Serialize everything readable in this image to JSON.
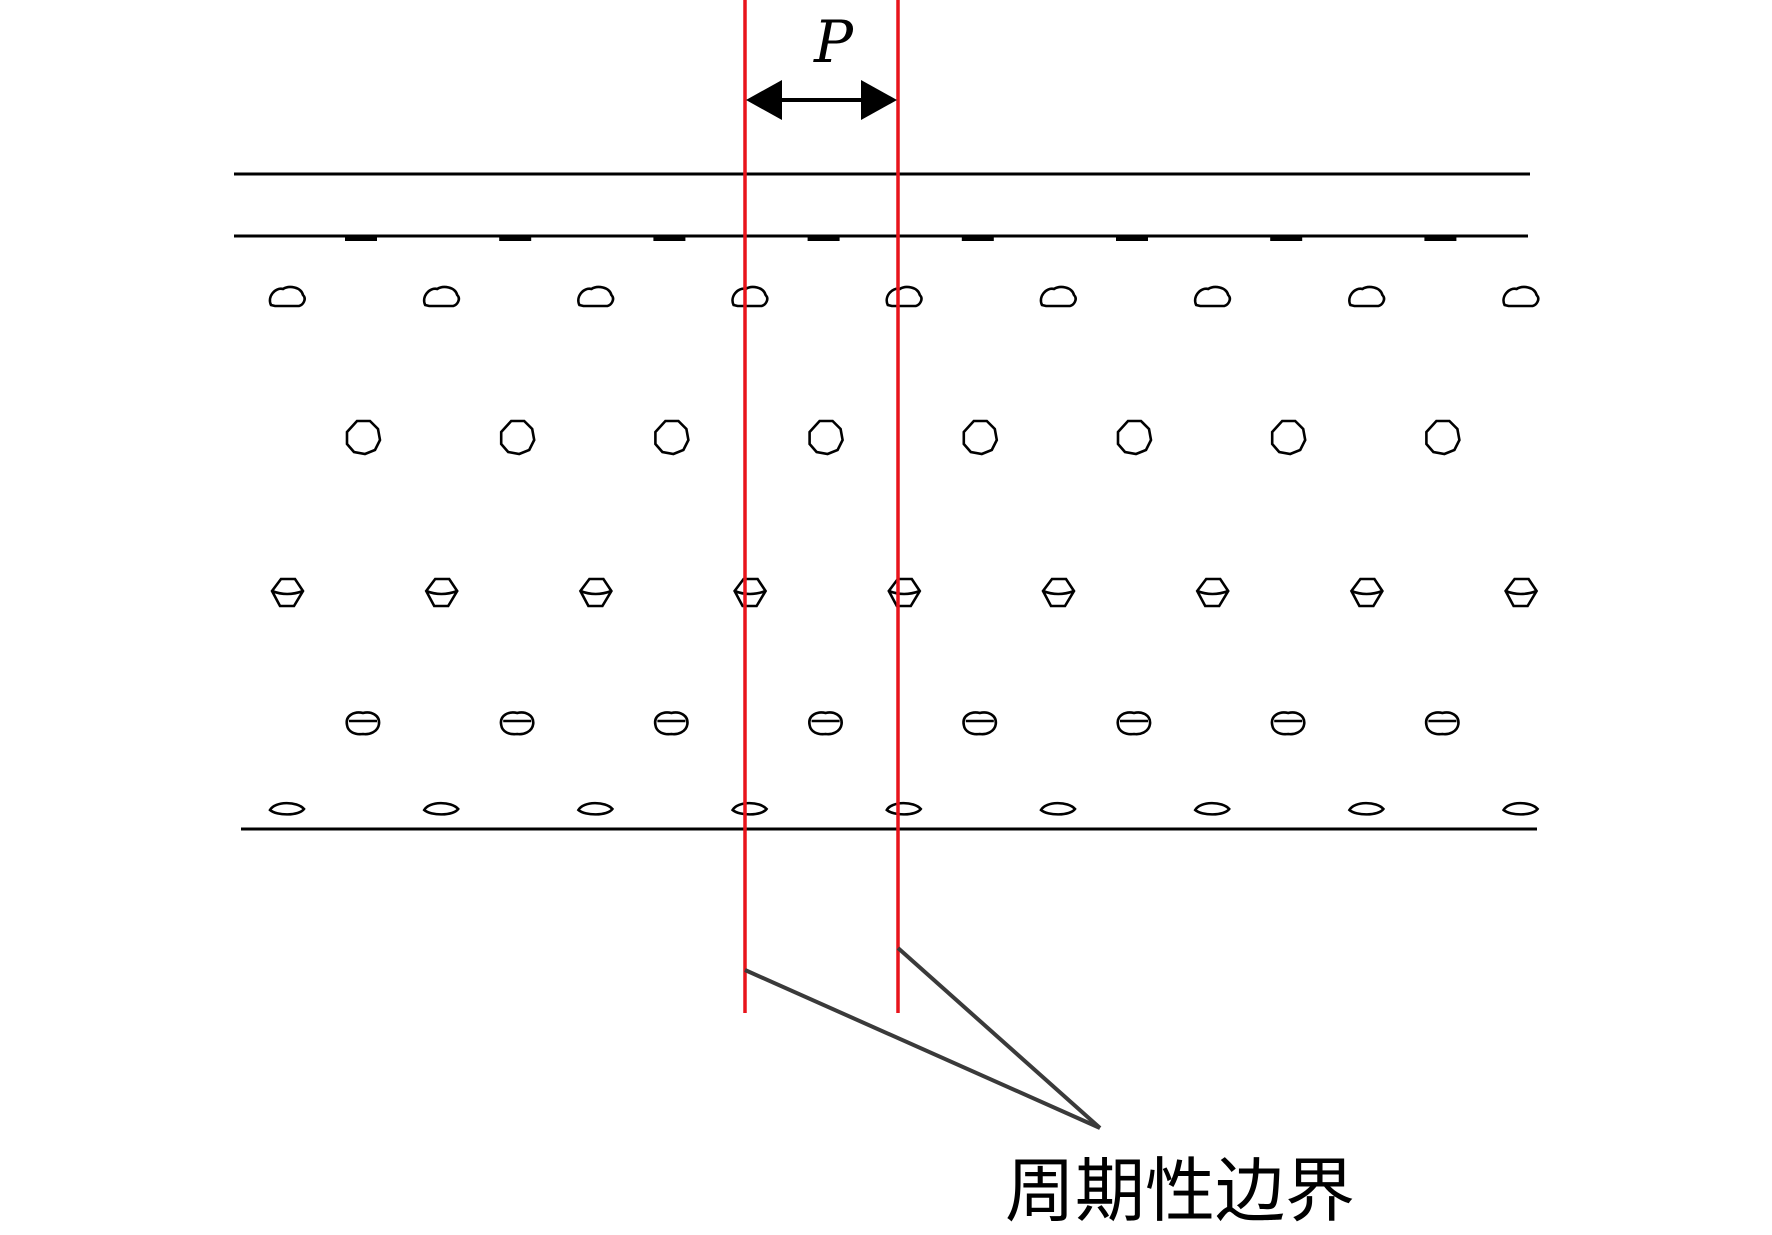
{
  "labels": {
    "period": "P",
    "boundary": "周期性边界"
  },
  "colors": {
    "boundary": "#e8141b",
    "lines": "#000000",
    "leader": "#3a3a3a"
  },
  "structure": {
    "top_layers": 2,
    "bottom_layers": 1,
    "top_strip_count": 8,
    "particle_rows": [
      {
        "shape": "flat",
        "count": 9
      },
      {
        "shape": "round",
        "count": 8
      },
      {
        "shape": "hex",
        "count": 9
      },
      {
        "shape": "rough",
        "count": 8
      },
      {
        "shape": "thin",
        "count": 9
      }
    ]
  }
}
